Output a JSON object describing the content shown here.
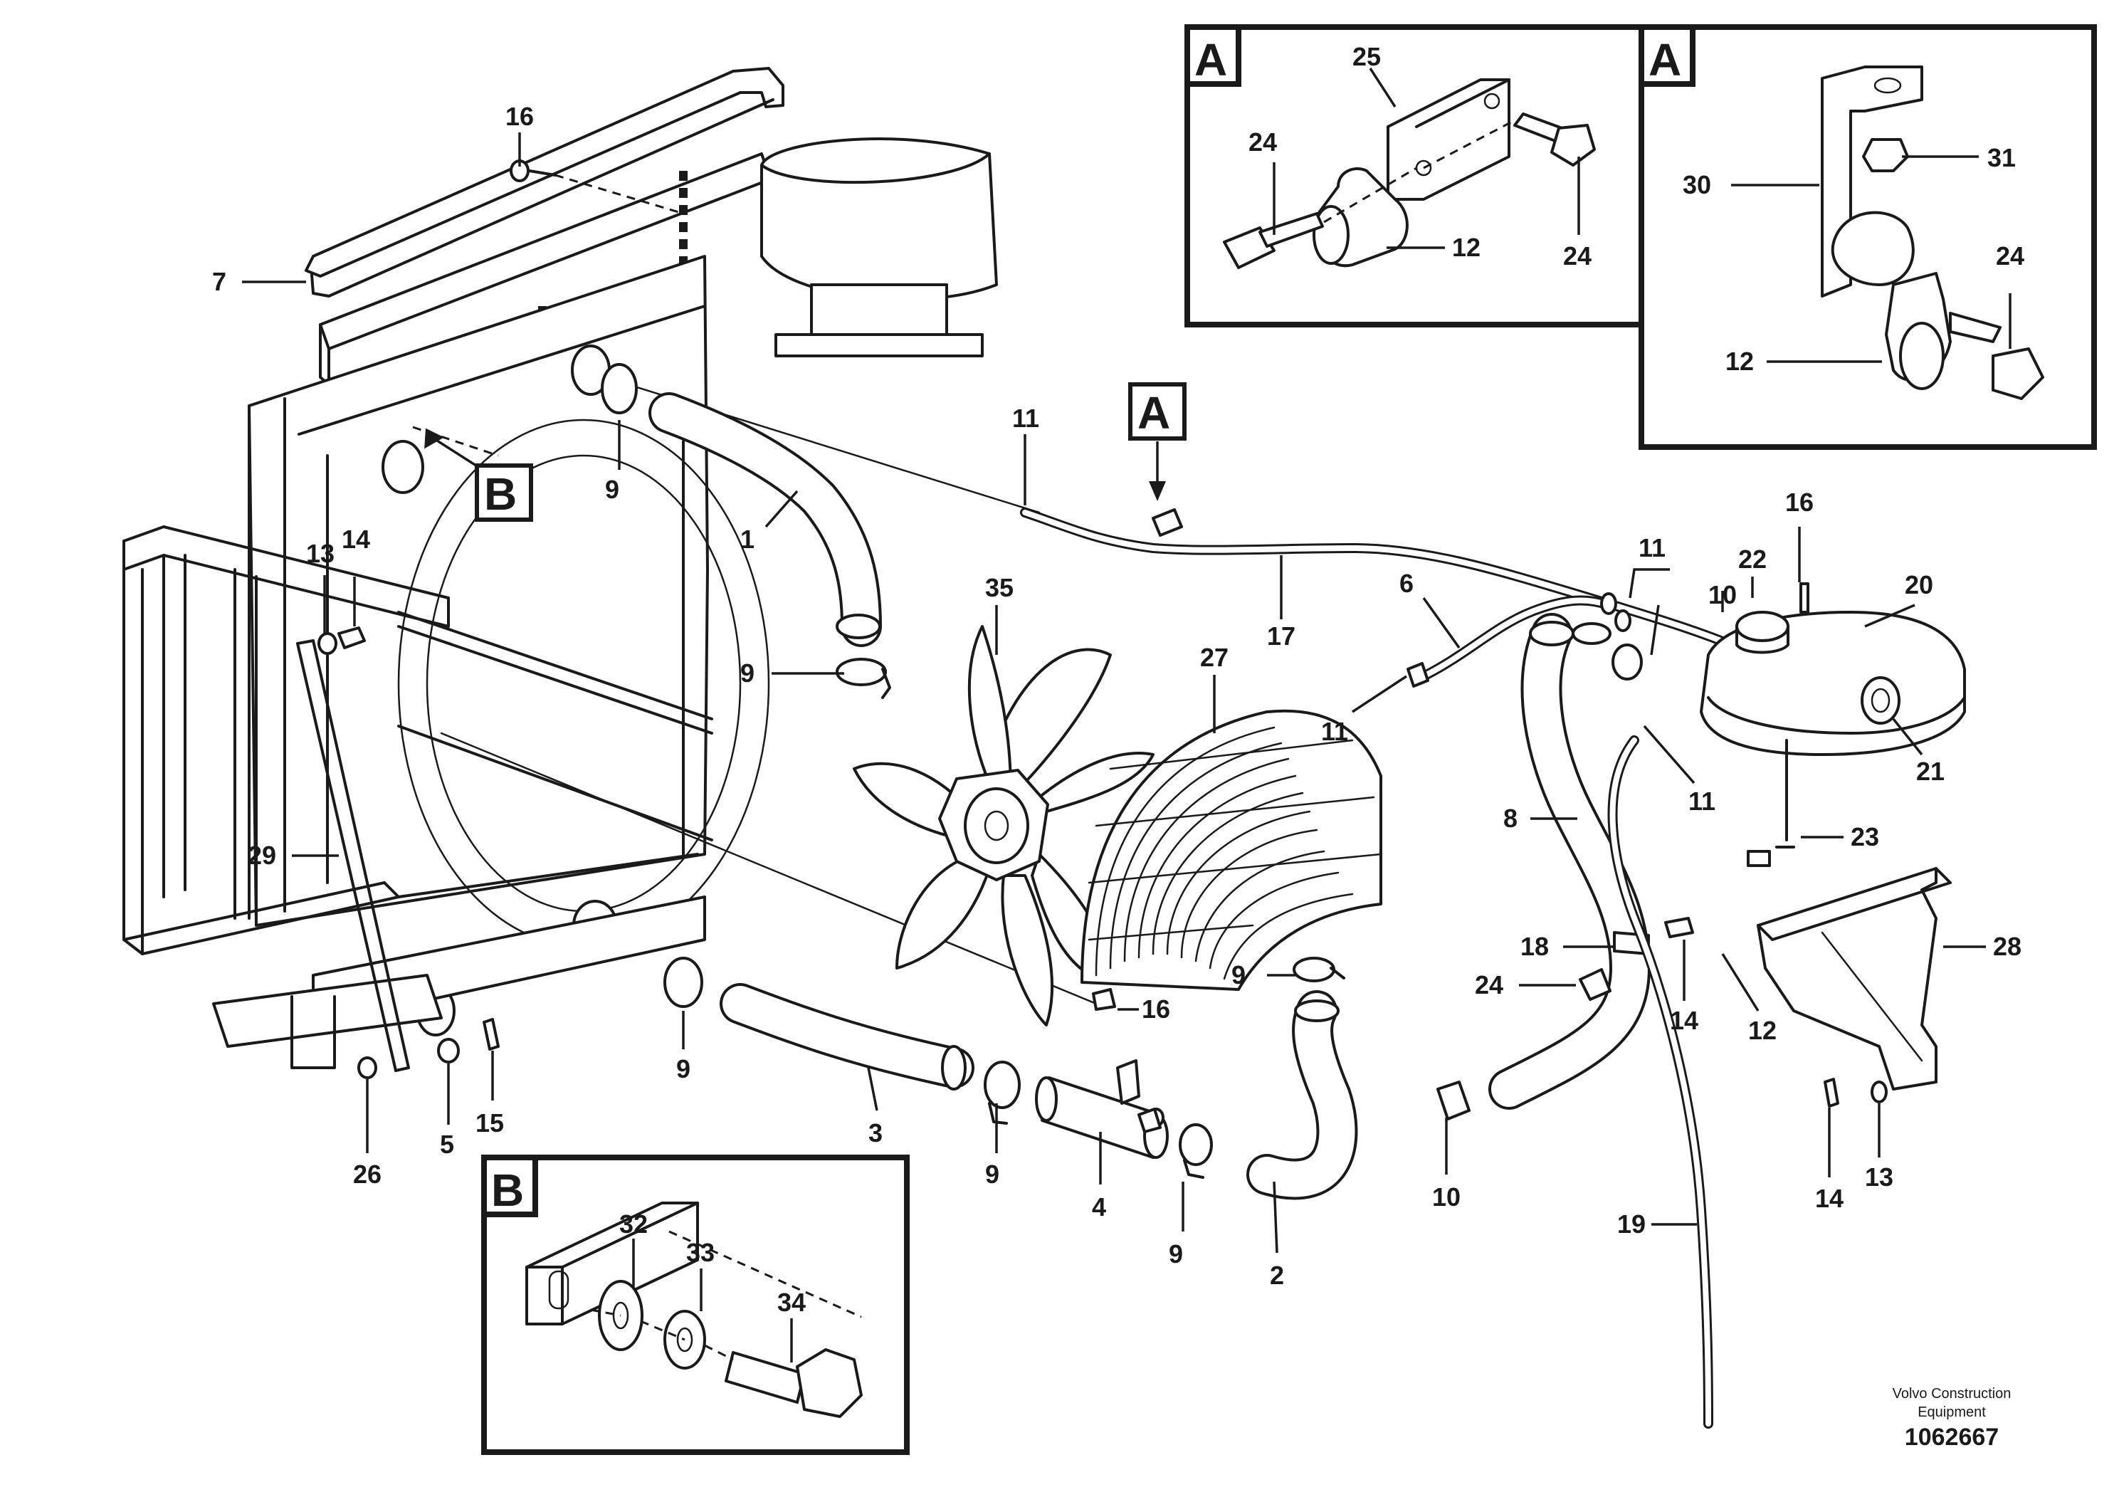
{
  "detail_views": {
    "a_left": "A",
    "a_right": "A",
    "b": "B"
  },
  "reference_tags": {
    "a_callout": "A",
    "b_callout": "B"
  },
  "labels": {
    "l16a": "16",
    "l7": "7",
    "l9a": "9",
    "l1": "1",
    "l13a": "13",
    "l14a": "14",
    "l11a": "11",
    "l35": "35",
    "l9b": "9",
    "l27": "27",
    "l17": "17",
    "l6": "6",
    "l11b": "11",
    "l11c": "11",
    "l10a": "10",
    "l16b": "16",
    "l22": "22",
    "l20": "20",
    "l21": "21",
    "l11d": "11",
    "l29": "29",
    "l8": "8",
    "l23": "23",
    "l28": "28",
    "l18": "18",
    "l24a": "24",
    "l14b": "14",
    "l12a": "12",
    "l9c": "9",
    "l16c": "16",
    "l9d": "9",
    "l3": "3",
    "l26": "26",
    "l5": "5",
    "l15": "15",
    "l9e": "9",
    "l4": "4",
    "l9f": "9",
    "l2": "2",
    "l10b": "10",
    "l19": "19",
    "l14c": "14",
    "l13b": "13",
    "l25": "25",
    "l24b": "24",
    "l12b": "12",
    "l24c": "24",
    "l30": "30",
    "l31": "31",
    "l24d": "24",
    "l12c": "12",
    "l32": "32",
    "l33": "33",
    "l34": "34"
  },
  "footer": {
    "brand_line1": "Volvo Construction",
    "brand_line2": "Equipment",
    "document_number": "1062667"
  }
}
